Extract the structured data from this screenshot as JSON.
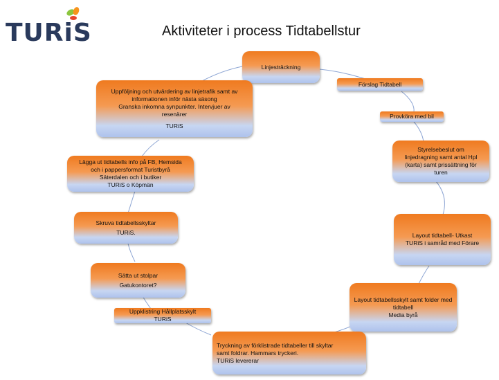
{
  "logo": {
    "text": "TURiS"
  },
  "title": "Aktiviteter  i process  Tidtabellstur",
  "steps": [
    {
      "id": "linjestrackning",
      "lines": [
        "Linjesträckning"
      ]
    },
    {
      "id": "forslag",
      "lines": [
        "Förslag Tidtabell"
      ]
    },
    {
      "id": "provkora",
      "lines": [
        "Provköra med bil"
      ]
    },
    {
      "id": "styrelse",
      "lines": [
        "Styrelsebeslut om",
        "linjedragning samt antal Hpl",
        "(karta) samt prissättning för",
        "turen"
      ]
    },
    {
      "id": "layout-utkast",
      "lines": [
        "Layout tidtabell- Utkast",
        "TURiS i samråd med Förare"
      ]
    },
    {
      "id": "layout-skylt",
      "lines": [
        "Layout tidtabellsskylt  samt folder med",
        "tidtabell",
        "Media byrå"
      ]
    },
    {
      "id": "tryckning",
      "lines": [
        "Tryckning  av  förklistrade tidtabeller till skyltar",
        "samt foldrar. Hammars tryckeri.",
        "TURiS levererar"
      ]
    },
    {
      "id": "uppklistring",
      "lines": [
        "Uppklistring Hållplatsskylt",
        "TURiS"
      ]
    },
    {
      "id": "stolpar",
      "lines": [
        "Sätta ut stolpar",
        "Gatukontoret?"
      ]
    },
    {
      "id": "skruva",
      "lines": [
        "Skruva tidtabellsskyltar",
        "TURiS."
      ]
    },
    {
      "id": "lagga-ut",
      "lines": [
        "Lägga ut tidtabells info på FB, Hemsida",
        "och i pappersformat Turistbyrå",
        "Säterdalen och i butiker",
        "TURiS o Köpmän"
      ]
    },
    {
      "id": "uppfoljning",
      "lines": [
        "Uppföljning och utvärdering av linjetrafik samt av",
        "informationen inför nästa säsong",
        "Granska inkomna synpunkter. Intervjuer av",
        "resenärer",
        "",
        "TURiS"
      ]
    }
  ]
}
